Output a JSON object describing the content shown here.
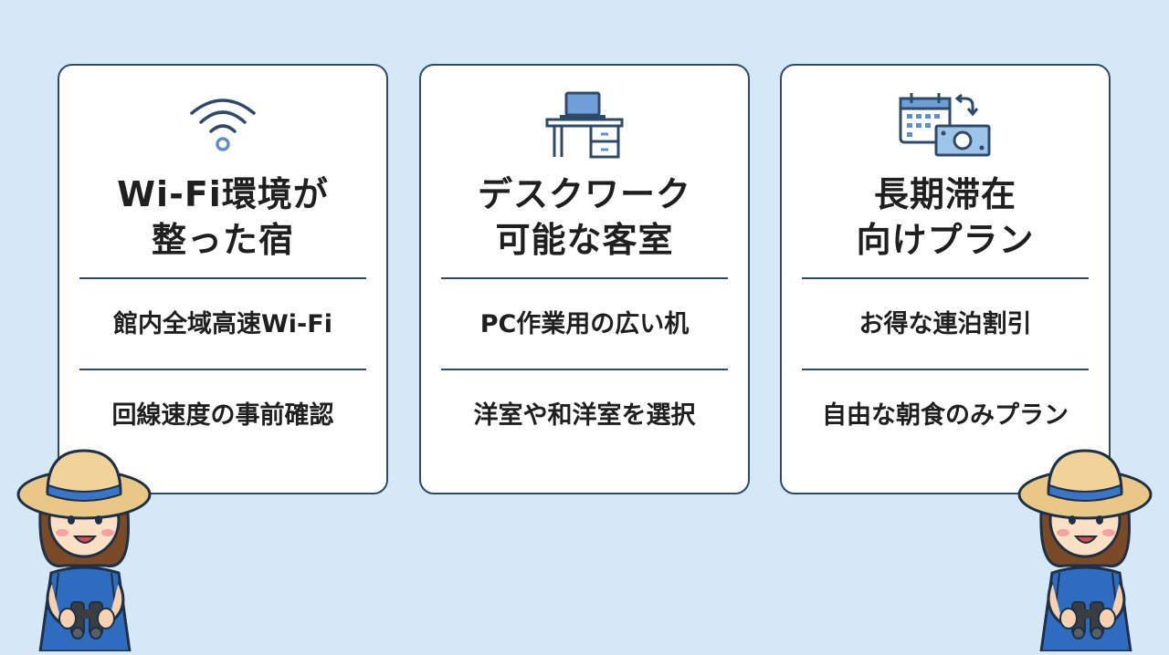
{
  "colors": {
    "background": "#d4e8f6",
    "card_border": "#2f4a66",
    "icon_blue": "#5f8fc9"
  },
  "cards": [
    {
      "icon": "wifi-icon",
      "title_line1": "Wi-Fi環境が",
      "title_line2": "整った宿",
      "features": [
        "館内全域高速Wi-Fi",
        "回線速度の事前確認"
      ]
    },
    {
      "icon": "desk-laptop-icon",
      "title_line1": "デスクワーク",
      "title_line2": "可能な客室",
      "features": [
        "PC作業用の広い机",
        "洋室や和洋室を選択"
      ]
    },
    {
      "icon": "calendar-money-icon",
      "title_line1": "長期滞在",
      "title_line2": "向けプラン",
      "features": [
        "お得な連泊割引",
        "自由な朝食のみプラン"
      ]
    }
  ],
  "characters": [
    "traveler-with-binoculars-left",
    "traveler-with-binoculars-right"
  ]
}
